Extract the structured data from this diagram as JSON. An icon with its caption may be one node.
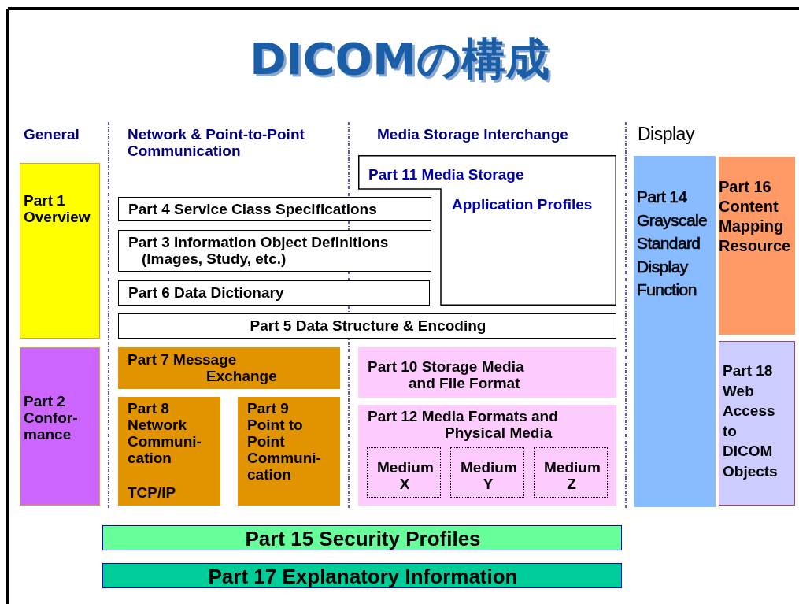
{
  "diagram": {
    "title": "DICOMの構成",
    "nodes": [
      {
        "text": [
          "Part 1 Overview"
        ]
      },
      {
        "text": [
          "Part 11 Media Storage",
          "Application Profiles"
        ]
      },
      {
        "text": [
          "Part 4 Service Class Specifications"
        ]
      },
      {
        "text": [
          "Part 3 Information Object Definitions (Images, Study, etc.)"
        ]
      },
      {
        "text": [
          "Part 6 Data Dictionary"
        ]
      },
      {
        "text": [
          "Part 5 Data Structure & Encoding"
        ]
      },
      {
        "text": [
          "Part 2 Confor-mance"
        ]
      },
      {
        "text": [
          "Part 7 Message Exchange"
        ]
      },
      {
        "text": [
          "Part 10 Storage Media and File Format"
        ]
      },
      {
        "text": [
          "Part 12 Media Formats and Physical Media"
        ]
      },
      {
        "text": [
          "Medium X"
        ],
        "in": 9
      },
      {
        "text": [
          "Medium Y"
        ],
        "in": 9
      },
      {
        "text": [
          "Medium Z"
        ],
        "in": 9
      },
      {
        "text": [
          "Part 8 Network Communi-cation",
          "TCP/IP"
        ]
      },
      {
        "text": [
          "Part 9 Point to Point Communi-cation"
        ]
      },
      {
        "text": [
          "Part 14 Grayscale Standard Display Function"
        ]
      },
      {
        "text": [
          "Part 16 Content Mapping Resource"
        ]
      },
      {
        "text": [
          "Part 18 Web Access to DICOM Objects"
        ]
      },
      {
        "text": [
          "Part 15 Security Profiles"
        ]
      },
      {
        "text": [
          "Part 17 Explanatory Information"
        ]
      }
    ],
    "labels": [
      "General",
      "Network & Point-to-Point Communication",
      "Media Storage Interchange",
      "Display"
    ]
  }
}
